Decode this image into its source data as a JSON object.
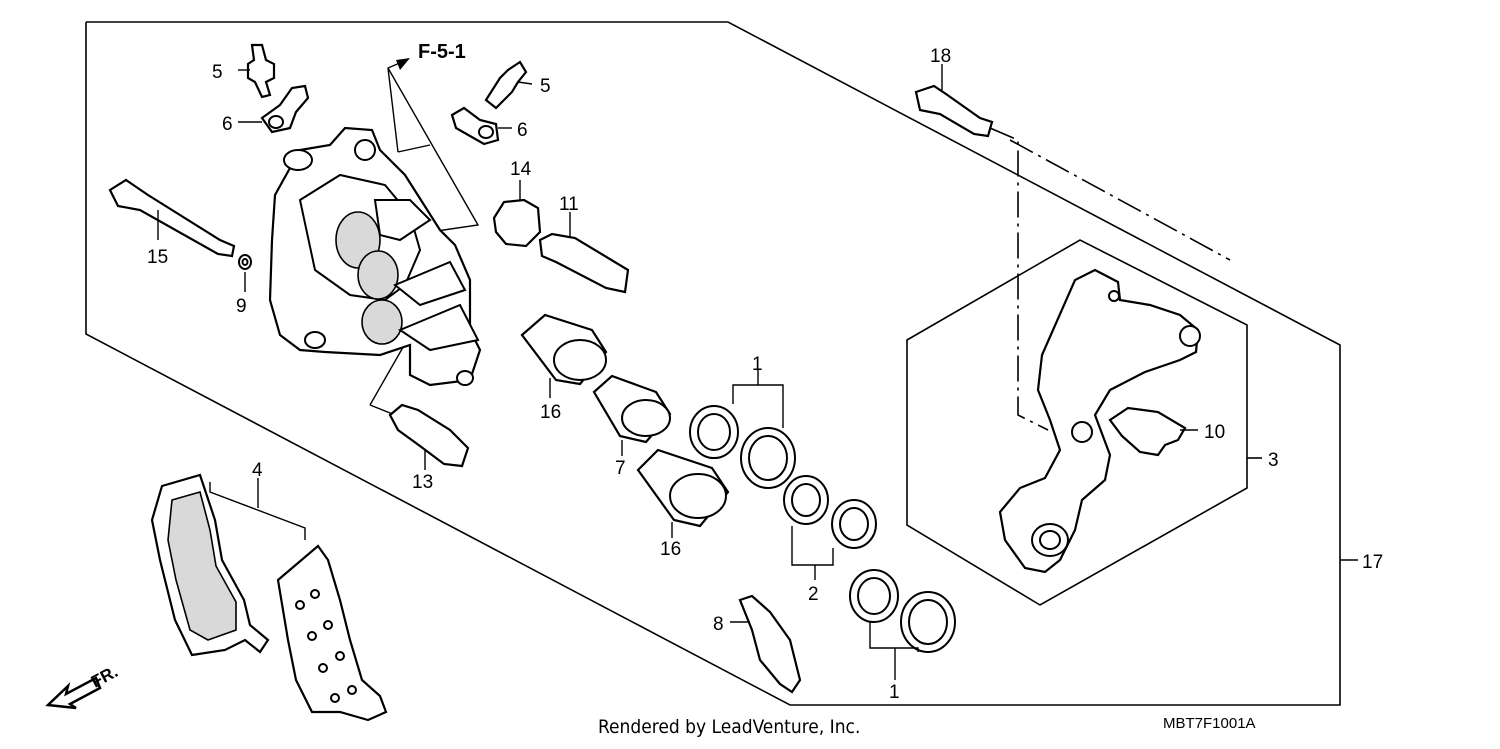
{
  "diagram": {
    "reference": "F-5-1",
    "direction_label": "FR.",
    "part_code": "MBT7F1001A",
    "credit": "Rendered by LeadVenture, Inc.",
    "callouts": [
      {
        "id": "c1a",
        "label": "1"
      },
      {
        "id": "c1b",
        "label": "1"
      },
      {
        "id": "c2",
        "label": "2"
      },
      {
        "id": "c3",
        "label": "3"
      },
      {
        "id": "c4",
        "label": "4"
      },
      {
        "id": "c5a",
        "label": "5"
      },
      {
        "id": "c5b",
        "label": "5"
      },
      {
        "id": "c6a",
        "label": "6"
      },
      {
        "id": "c6b",
        "label": "6"
      },
      {
        "id": "c7",
        "label": "7"
      },
      {
        "id": "c8",
        "label": "8"
      },
      {
        "id": "c9",
        "label": "9"
      },
      {
        "id": "c10",
        "label": "10"
      },
      {
        "id": "c11",
        "label": "11"
      },
      {
        "id": "c13",
        "label": "13"
      },
      {
        "id": "c14",
        "label": "14"
      },
      {
        "id": "c15",
        "label": "15"
      },
      {
        "id": "c16a",
        "label": "16"
      },
      {
        "id": "c16b",
        "label": "16"
      },
      {
        "id": "c17",
        "label": "17"
      },
      {
        "id": "c18",
        "label": "18"
      }
    ]
  }
}
